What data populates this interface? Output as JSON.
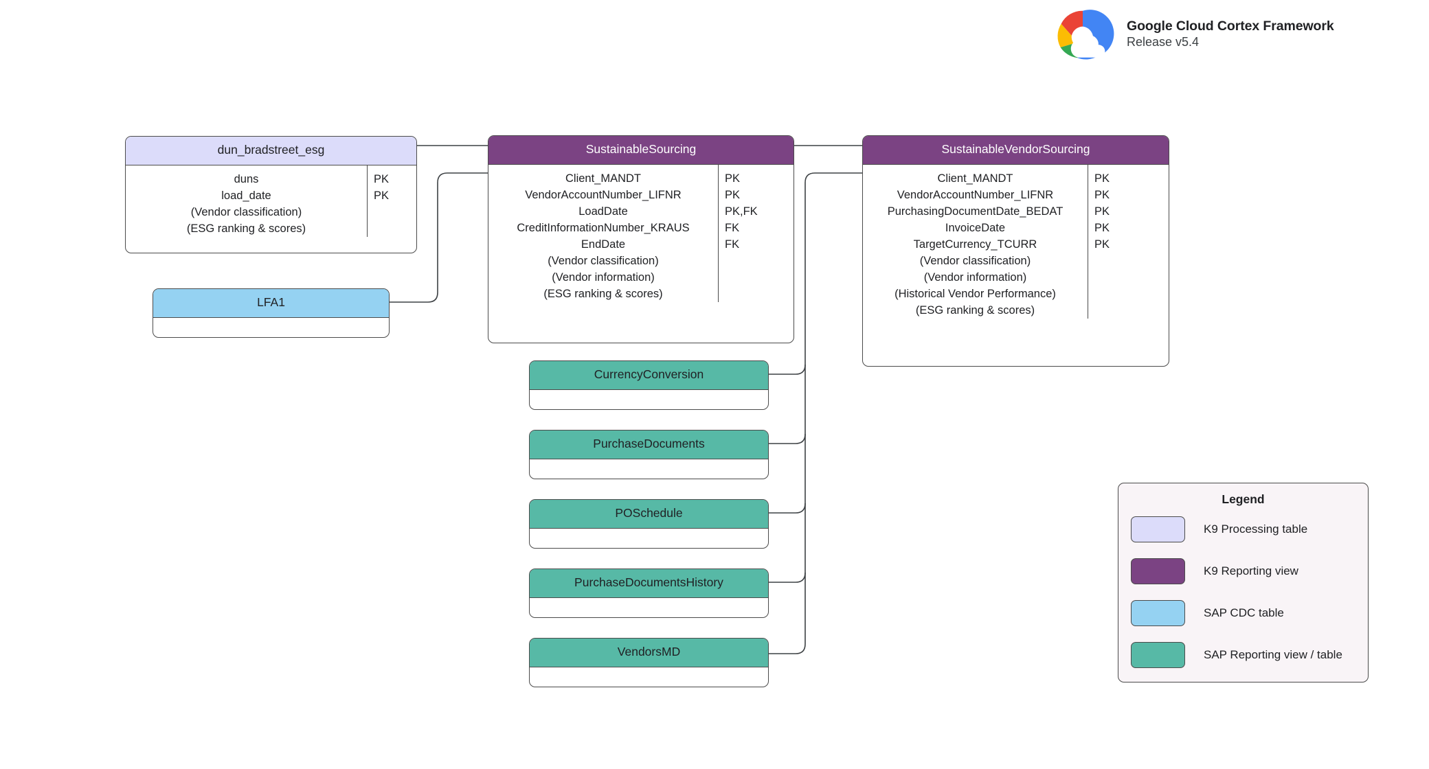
{
  "brand": {
    "logo_icon": "google-cloud-logo",
    "title": "Google Cloud Cortex Framework",
    "release": "Release v5.4"
  },
  "colors": {
    "k9_processing_table": "#dcdcfa",
    "k9_reporting_view": "#7b4383",
    "sap_cdc_table": "#95d2f2",
    "sap_reporting_view": "#57b9a6",
    "border": "#4a4a4a",
    "connector": "#3c4043",
    "legend_panel": "#f9f4f7"
  },
  "entities": [
    {
      "id": "dun-bradstreet-esg",
      "name": "dun_bradstreet_esg",
      "type": "k9-processing-table",
      "fields": [
        "duns",
        "load_date",
        "(Vendor classification)",
        "(ESG ranking & scores)"
      ],
      "keys": [
        "PK",
        "PK",
        "",
        ""
      ]
    },
    {
      "id": "lfa1",
      "name": "LFA1",
      "type": "sap-cdc-table",
      "fields": [],
      "keys": []
    },
    {
      "id": "sustainable-sourcing",
      "name": "SustainableSourcing",
      "type": "k9-reporting-view",
      "fields": [
        "Client_MANDT",
        "VendorAccountNumber_LIFNR",
        "LoadDate",
        "CreditInformationNumber_KRAUS",
        "EndDate",
        "(Vendor classification)",
        "(Vendor information)",
        "(ESG ranking & scores)"
      ],
      "keys": [
        "PK",
        "PK",
        "PK,FK",
        "FK",
        "FK",
        "",
        "",
        ""
      ]
    },
    {
      "id": "sustainable-vendor-sourcing",
      "name": "SustainableVendorSourcing",
      "type": "k9-reporting-view",
      "fields": [
        "Client_MANDT",
        "VendorAccountNumber_LIFNR",
        "PurchasingDocumentDate_BEDAT",
        "InvoiceDate",
        "TargetCurrency_TCURR",
        "(Vendor classification)",
        "(Vendor information)",
        "(Historical Vendor Performance)",
        "(ESG ranking & scores)"
      ],
      "keys": [
        "PK",
        "PK",
        "PK",
        "PK",
        "PK",
        "",
        "",
        "",
        ""
      ]
    },
    {
      "id": "currency-conversion",
      "name": "CurrencyConversion",
      "type": "sap-reporting-view",
      "fields": [],
      "keys": []
    },
    {
      "id": "purchase-documents",
      "name": "PurchaseDocuments",
      "type": "sap-reporting-view",
      "fields": [],
      "keys": []
    },
    {
      "id": "po-schedule",
      "name": "POSchedule",
      "type": "sap-reporting-view",
      "fields": [],
      "keys": []
    },
    {
      "id": "purchase-documents-history",
      "name": "PurchaseDocumentsHistory",
      "type": "sap-reporting-view",
      "fields": [],
      "keys": []
    },
    {
      "id": "vendors-md",
      "name": "VendorsMD",
      "type": "sap-reporting-view",
      "fields": [],
      "keys": []
    }
  ],
  "legend": {
    "title": "Legend",
    "items": [
      {
        "label": "K9 Processing table",
        "color": "#dcdcfa"
      },
      {
        "label": "K9 Reporting view",
        "color": "#7b4383"
      },
      {
        "label": "SAP CDC table",
        "color": "#95d2f2"
      },
      {
        "label": "SAP Reporting view / table",
        "color": "#57b9a6"
      }
    ]
  }
}
